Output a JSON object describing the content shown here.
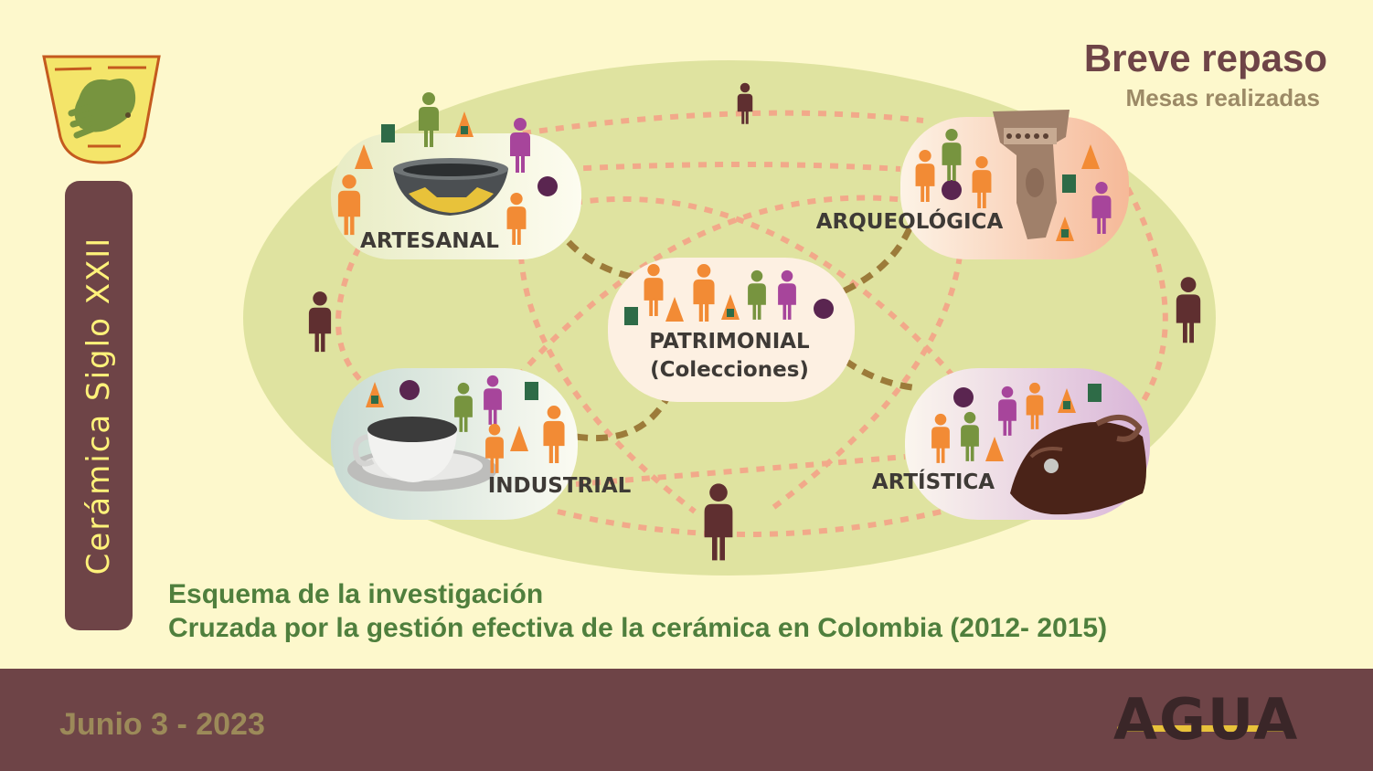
{
  "header": {
    "title": "Breve repaso",
    "subtitle": "Mesas realizadas"
  },
  "sidebar": {
    "label": "Cerámica Siglo XXII"
  },
  "diagram": {
    "nodes": {
      "artesanal": "ARTESANAL",
      "arqueologica": "ARQUEOLÓGICA",
      "patrimonial_line1": "PATRIMONIAL",
      "patrimonial_line2": "(Colecciones)",
      "industrial": "INDUSTRIAL",
      "artistica": "ARTÍSTICA"
    }
  },
  "caption": {
    "line1": "Esquema de la investigación",
    "line2": "Cruzada por la gestión efectiva de la cerámica en Colombia (2012- 2015)"
  },
  "footer": {
    "date": "Junio 3 - 2023",
    "logo_text": "AGUA"
  },
  "colors": {
    "background": "#fdf8cc",
    "ellipse": "#dfe3a0",
    "footer": "#6e4447",
    "dotted_line": "#f2a98a",
    "dashed_connector": "#9c7b3a",
    "green_text": "#4f7f3d",
    "accent_yellow": "#fff27a",
    "person_orange": "#f28b35",
    "person_green": "#77943f",
    "person_magenta": "#a7459b",
    "person_dark": "#5f2f30"
  },
  "icons": [
    "person-icon",
    "triangle-icon",
    "square-icon",
    "circle-icon",
    "ceramic-cup-logo"
  ]
}
